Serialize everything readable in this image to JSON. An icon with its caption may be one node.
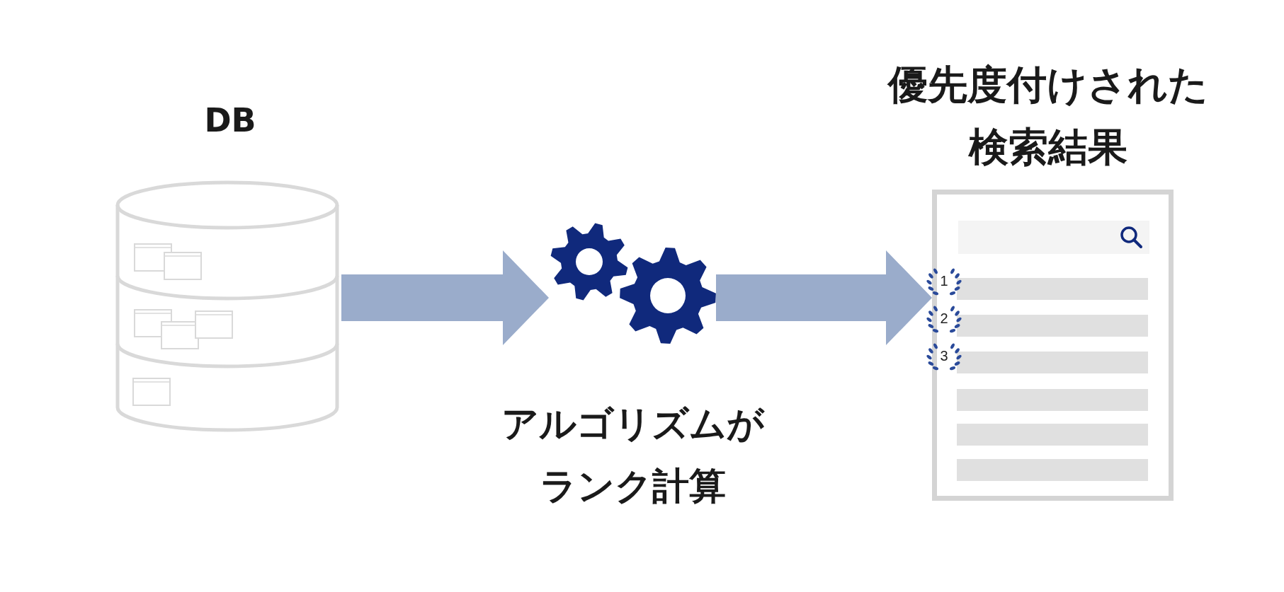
{
  "diagram": {
    "nodes": [
      {
        "text": [
          "DB"
        ]
      },
      {
        "text": [
          "アルゴリズムがランク計算"
        ]
      },
      {
        "text": [
          "優先度付けされた検索結果"
        ]
      }
    ],
    "edges": [
      {
        "from": 0,
        "to": 1,
        "arrow": "to"
      },
      {
        "from": 1,
        "to": 2,
        "arrow": "to"
      }
    ],
    "labels": [
      "1",
      "2",
      "3"
    ]
  }
}
